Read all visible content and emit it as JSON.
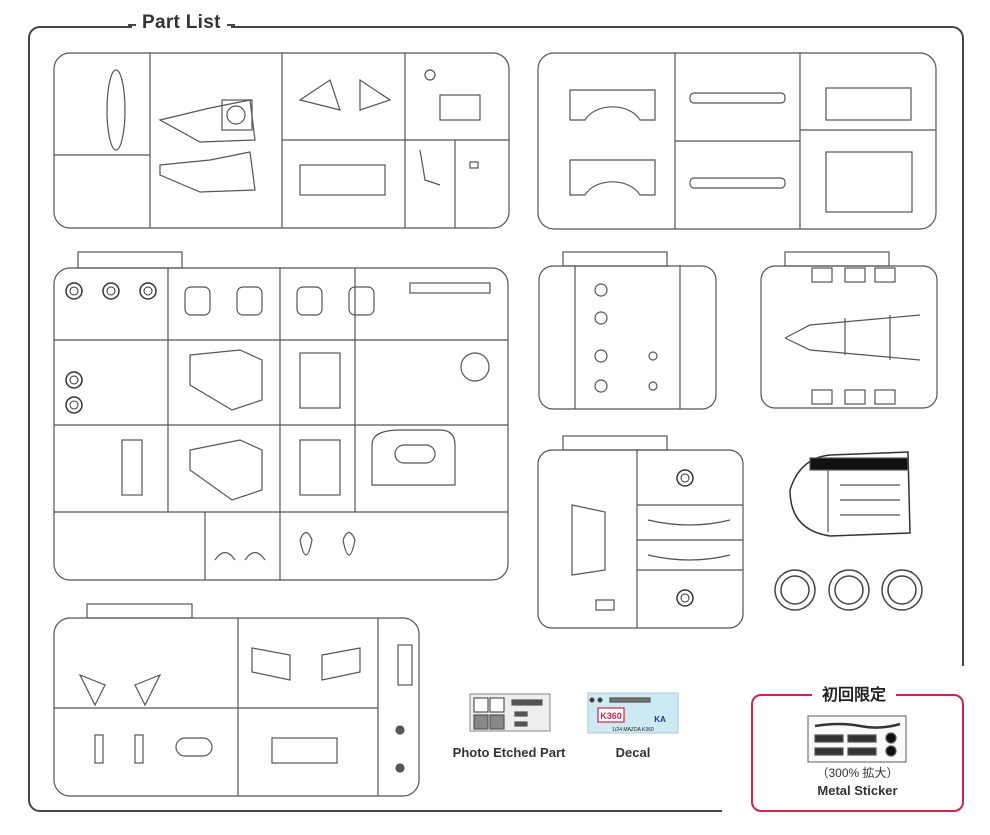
{
  "title": "Part List",
  "limited": {
    "title": "初回限定",
    "note": "（300% 拡大）",
    "label": "Metal Sticker"
  },
  "extras": {
    "photo_etched": "Photo Etched Part",
    "decal": "Decal",
    "decal_code": "K360",
    "decal_caption": "1/24 MAZDA K360",
    "decal_brand": "KA"
  },
  "colors": {
    "outline": "#444444",
    "accent_red": "#d0234d",
    "decal_bg": "#cde9f1"
  }
}
